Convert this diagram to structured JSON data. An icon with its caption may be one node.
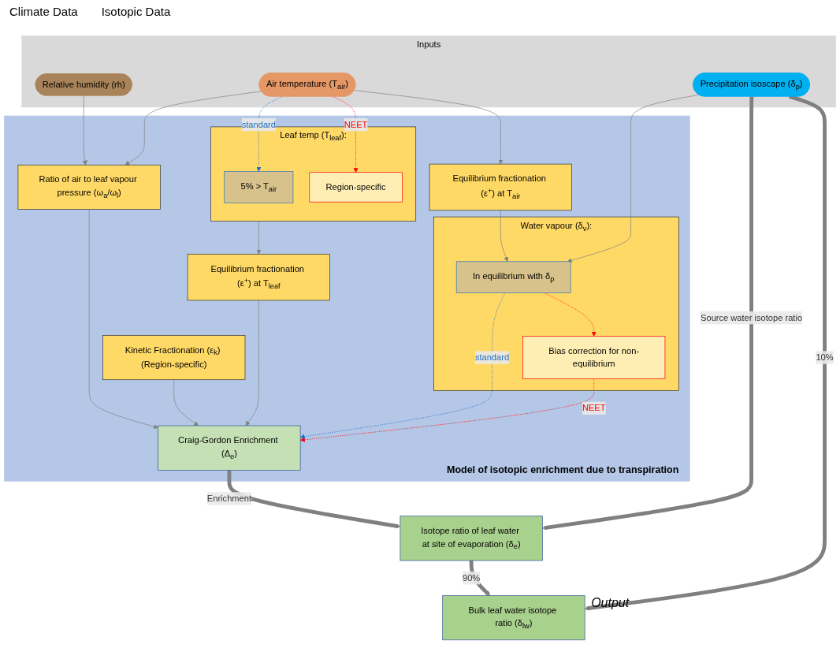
{
  "diagram": {
    "nodes": [
      {
        "text": [
          "Inputs"
        ]
      },
      {
        "text": [
          "Relative humidity (rh)"
        ],
        "in": 0
      },
      {
        "text": [
          "Air temperature (T$_{air}$)"
        ],
        "in": 0
      },
      {
        "text": [
          "Precipitation isoscape (δ$_{p}$)"
        ],
        "in": 0
      },
      {
        "text": [
          "Model of isotopic enrichment due to transpiration"
        ]
      },
      {
        "text": [
          "Ratio of air to leaf vapour pressure (ω$_{a}$/ω$_{l}$)"
        ],
        "in": 4
      },
      {
        "text": [
          "Leaf temp (T$_{leaf}$):"
        ],
        "in": 4
      },
      {
        "text": [
          "5% > T$_{air}$"
        ],
        "in": 6
      },
      {
        "text": [
          "Region-specific"
        ],
        "in": 6
      },
      {
        "text": [
          "Equilibrium fractionation (ε$^{+}$) at T$_{air}$"
        ],
        "in": 4
      },
      {
        "text": [
          "Equilibrium fractionation (ε$^{+}$) at T$_{leaf}$"
        ],
        "in": 4
      },
      {
        "text": [
          "Water vapour (δ$_{v}$):"
        ],
        "in": 4
      },
      {
        "text": [
          "In equilibrium with δ$_{p}$"
        ],
        "in": 11
      },
      {
        "text": [
          "Bias correction for non-equilibrium"
        ],
        "in": 11
      },
      {
        "text": [
          "Kinetic Fractionation (ε$_{k}$) (Region-specific)"
        ],
        "in": 4
      },
      {
        "text": [
          "Craig-Gordon Enrichment (Δ$_{e}$)"
        ],
        "in": 4
      },
      {
        "text": [
          "Isotope ratio of leaf water at site of evaporation (δ$_{e}$)"
        ]
      },
      {
        "text": [
          "Bulk leaf water isotope ratio (δ$_{lw}$)"
        ],
        "beside": [
          "Output"
        ]
      }
    ],
    "edges": [
      {
        "from": 1,
        "to": 5,
        "arrow": "to"
      },
      {
        "from": 2,
        "to": 5,
        "arrow": "to"
      },
      {
        "from": 2,
        "to": 7,
        "arrow": "to",
        "label": "standard",
        "style": "dashed",
        "color": "#1f6fc5"
      },
      {
        "from": 2,
        "to": 8,
        "arrow": "to",
        "label": "NEET",
        "style": "dashed",
        "color": "#ff0000"
      },
      {
        "from": 2,
        "to": 9,
        "arrow": "to"
      },
      {
        "from": 6,
        "to": 10,
        "arrow": "to"
      },
      {
        "from": 9,
        "to": 12,
        "arrow": "to"
      },
      {
        "from": 3,
        "to": 12,
        "arrow": "to"
      },
      {
        "from": 12,
        "to": 15,
        "arrow": "to",
        "label": "standard",
        "style": "dashed",
        "color": "#1f6fc5"
      },
      {
        "from": 12,
        "to": 13,
        "arrow": "to",
        "style": "dashed",
        "color": "#ff0000"
      },
      {
        "from": 13,
        "to": 15,
        "arrow": "to",
        "label": "NEET",
        "style": "dashed",
        "color": "#ff0000"
      },
      {
        "from": 5,
        "to": 15,
        "arrow": "to"
      },
      {
        "from": 10,
        "to": 15,
        "arrow": "to"
      },
      {
        "from": 14,
        "to": 15,
        "arrow": "to"
      },
      {
        "from": 15,
        "to": 16,
        "arrow": "to",
        "label": "Enrichment",
        "style": "thick"
      },
      {
        "from": 3,
        "to": 16,
        "arrow": "to",
        "label": "Source water isotope ratio",
        "style": "thick"
      },
      {
        "from": 3,
        "to": 17,
        "arrow": "to",
        "label": "10%",
        "style": "thick"
      },
      {
        "from": 16,
        "to": 17,
        "arrow": "to",
        "label": "90%",
        "style": "thick"
      }
    ],
    "labels": [
      "Climate Data",
      "Isotopic Data"
    ]
  }
}
